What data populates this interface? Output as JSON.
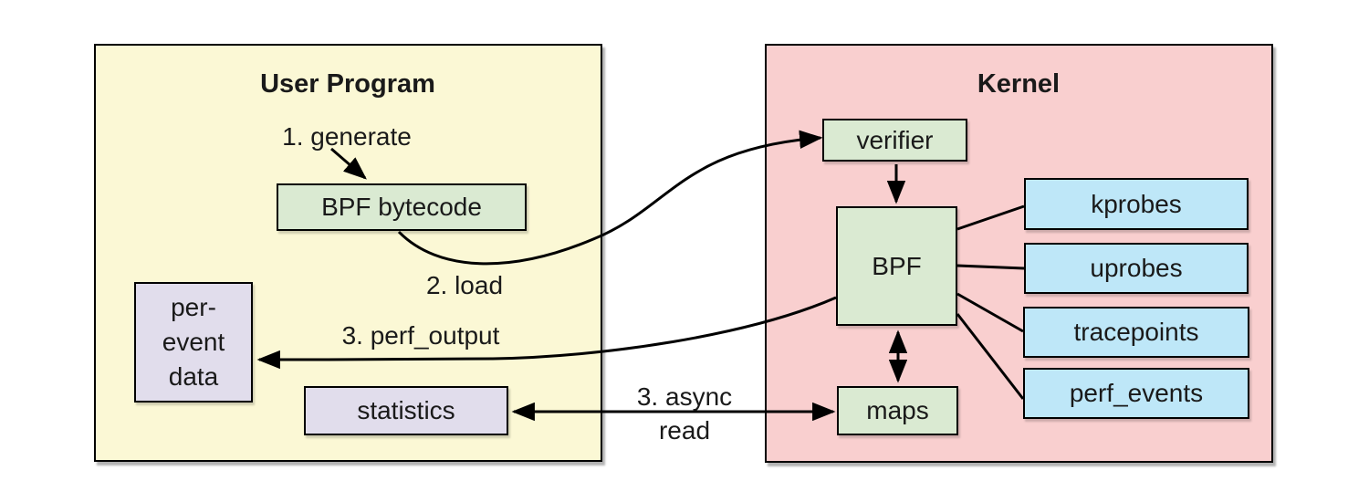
{
  "containers": {
    "user_program": {
      "title": "User Program",
      "fill": "#FBF8D5"
    },
    "kernel": {
      "title": "Kernel",
      "fill": "#F9CFCF"
    }
  },
  "nodes": {
    "bpf_bytecode": {
      "label": "BPF bytecode",
      "fill": "#DAEAD2"
    },
    "per_event_data": {
      "lines": [
        "per-",
        "event",
        "data"
      ],
      "fill": "#E1DDEC"
    },
    "statistics": {
      "label": "statistics",
      "fill": "#E1DDEC"
    },
    "verifier": {
      "label": "verifier",
      "fill": "#DAEAD2"
    },
    "bpf": {
      "label": "BPF",
      "fill": "#DAEAD2"
    },
    "maps": {
      "label": "maps",
      "fill": "#DAEAD2"
    },
    "kprobes": {
      "label": "kprobes",
      "fill": "#BEE7F8"
    },
    "uprobes": {
      "label": "uprobes",
      "fill": "#BEE7F8"
    },
    "tracepoints": {
      "label": "tracepoints",
      "fill": "#BEE7F8"
    },
    "perf_events": {
      "label": "perf_events",
      "fill": "#BEE7F8"
    }
  },
  "annotations": {
    "step1": "1. generate",
    "step2": "2. load",
    "step3_perf": "3. perf_output",
    "step3_async": [
      "3. async",
      "read"
    ]
  },
  "colors": {
    "line": "#000000",
    "text": "#1a1a1a",
    "background": "#ffffff"
  }
}
